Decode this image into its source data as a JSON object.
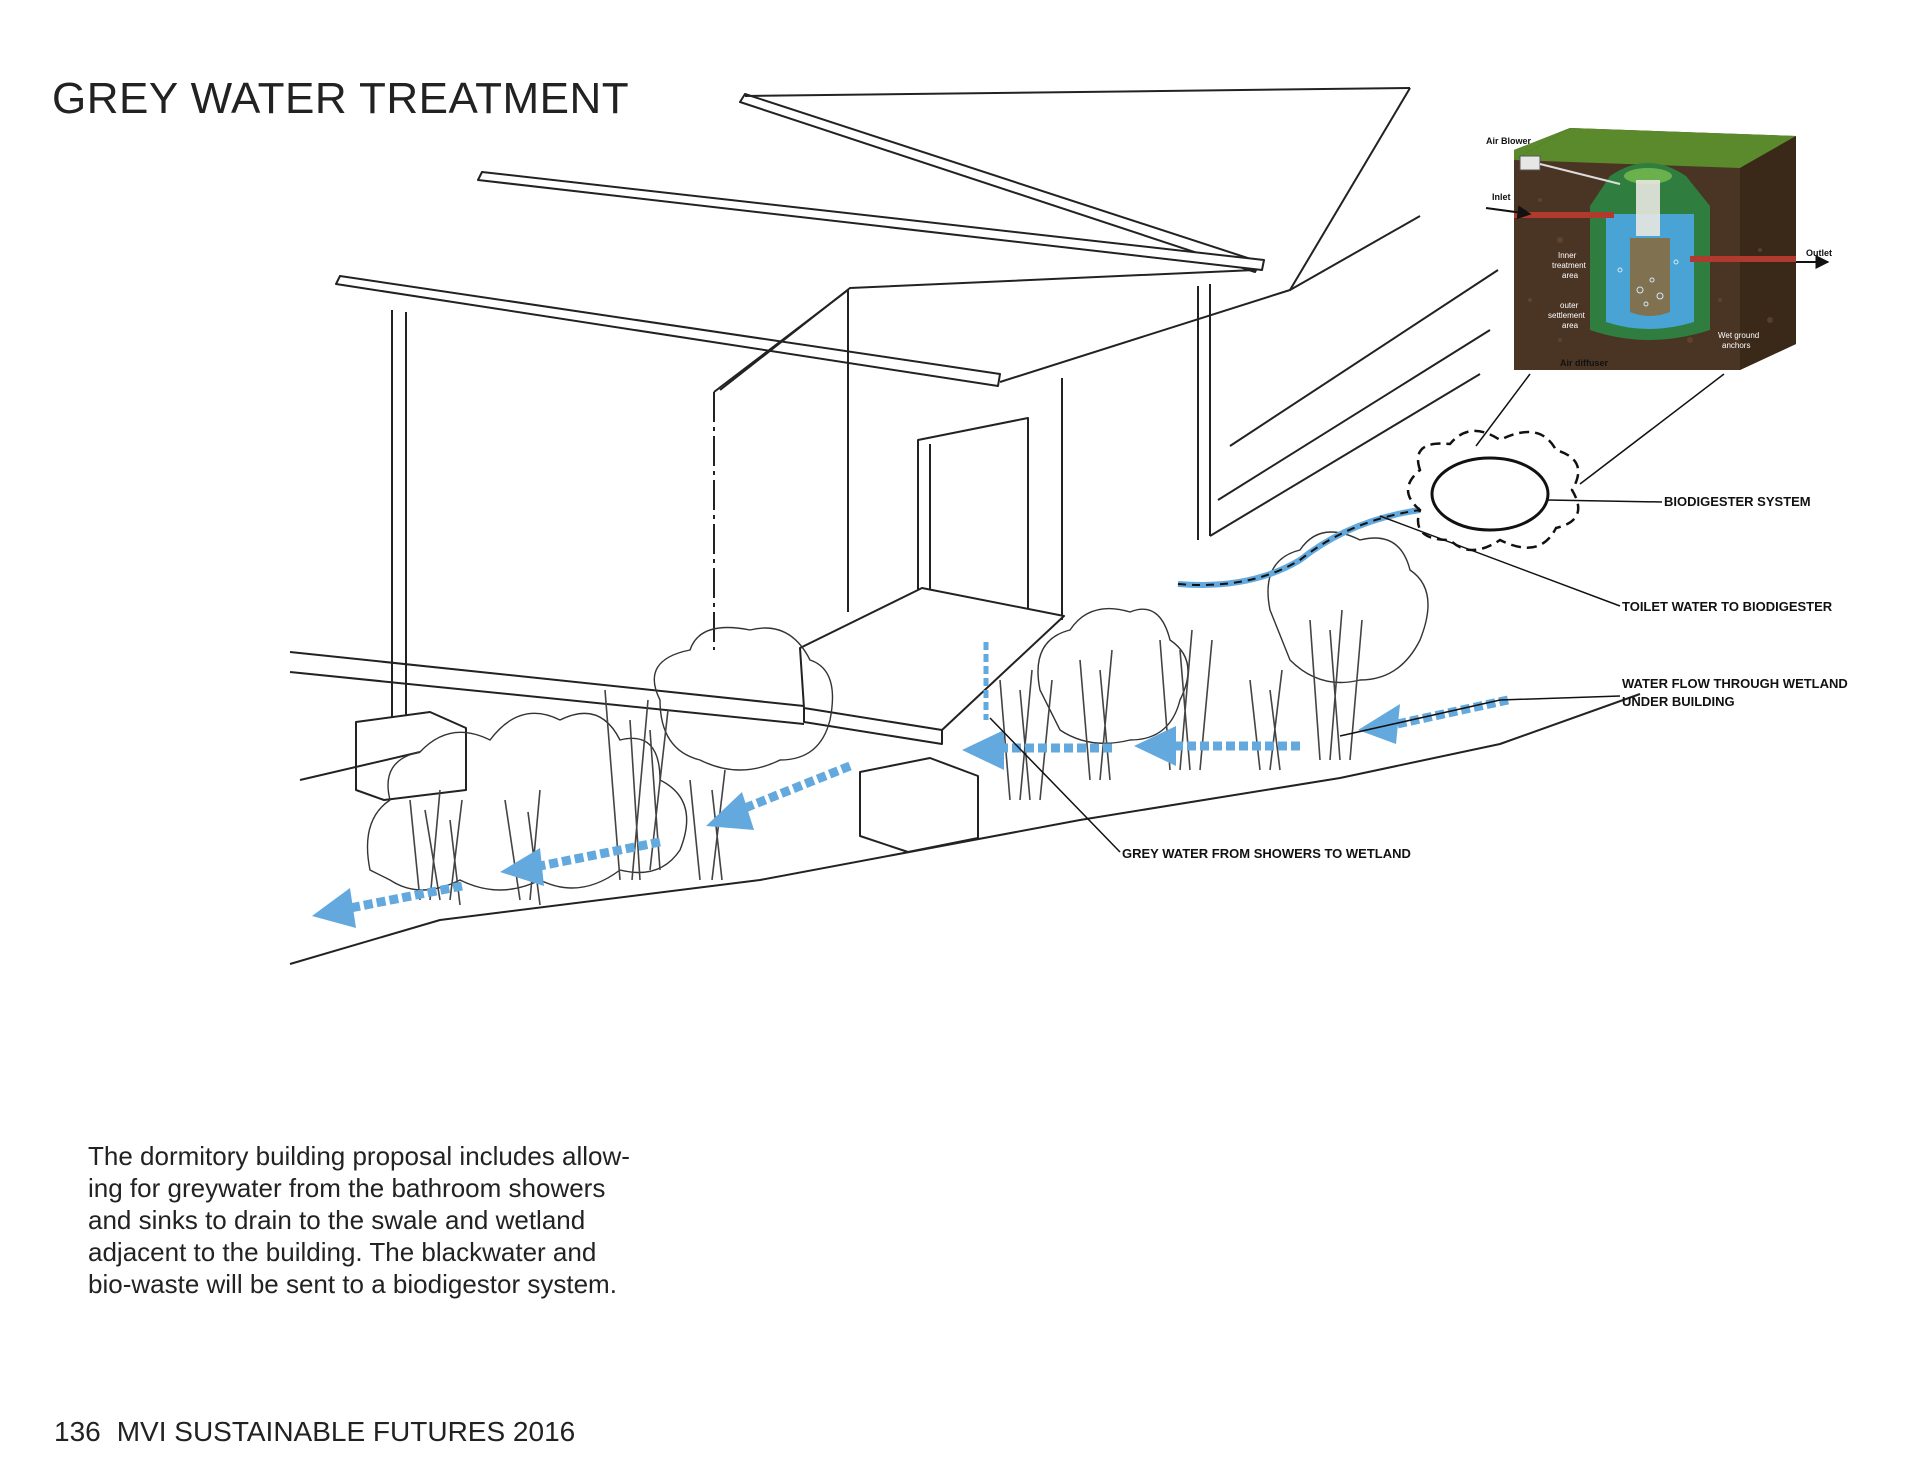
{
  "page": {
    "title": "GREY WATER TREATMENT",
    "page_number": "136",
    "publication": "MVI SUSTAINABLE FUTURES 2016"
  },
  "callouts": {
    "biodigester": "BIODIGESTER SYSTEM",
    "toilet_water": "TOILET WATER TO BIODIGESTER",
    "wetland_flow_line1": "WATER FLOW THROUGH WETLAND",
    "wetland_flow_line2": "UNDER BUILDING",
    "grey_water": "GREY WATER FROM SHOWERS TO WETLAND"
  },
  "inset": {
    "air_blower": "Air Blower",
    "inlet": "Inlet",
    "outlet": "Outlet",
    "inner_treatment_1": "Inner",
    "inner_treatment_2": "treatment",
    "inner_treatment_3": "area",
    "outer_settlement_1": "outer",
    "outer_settlement_2": "settlement",
    "outer_settlement_3": "area",
    "wet_ground_1": "Wet ground",
    "wet_ground_2": "anchors",
    "air_diffuser": "Air diffuser"
  },
  "body": {
    "lines": [
      "The dormitory building proposal includes allow-",
      "ing for greywater from the bathroom showers",
      "and sinks to drain to the swale and wetland",
      "adjacent to the building. The blackwater and",
      "bio-waste will be sent to a biodigestor system."
    ]
  },
  "colors": {
    "arrow_blue": "#63a9dd",
    "soil": "#4a3424",
    "grass": "#5a8a2c",
    "tank_green": "#2f7d3f",
    "water": "#49a3d4"
  }
}
